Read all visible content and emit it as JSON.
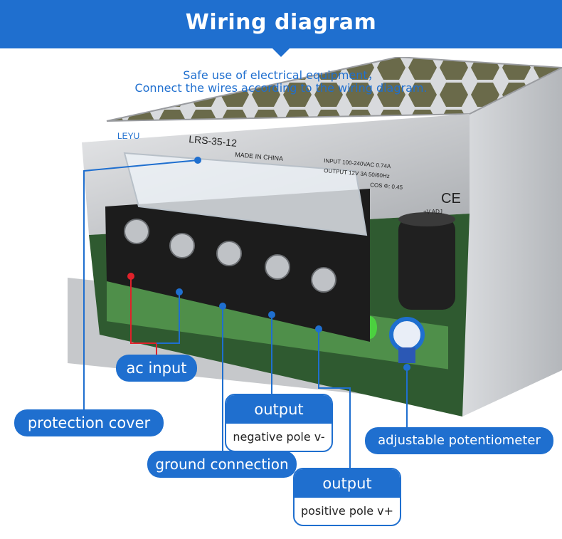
{
  "header": {
    "title": "Wiring diagram",
    "subtitle_line1": "Safe use of electrical equipment，",
    "subtitle_line2": "Connect the wires according to the wiring diagram."
  },
  "product": {
    "brand": "LEYU",
    "model": "LRS-35-12",
    "made_in": "MADE IN CHINA",
    "input_spec": "INPUT 100-240VAC  0.74A",
    "output_spec": "OUTPUT 12V  3A  50/60Hz",
    "cos": "COS Φ: 0.45",
    "ce_mark": "CE",
    "adj": "+V ADJ"
  },
  "labels": {
    "ac_input": "ac input",
    "protection_cover": "protection cover",
    "ground_connection": "ground connection",
    "adjustable_potentiometer": "adjustable potentiometer",
    "output_negative_title": "output",
    "output_negative_desc": "negative pole v-",
    "output_positive_title": "output",
    "output_positive_desc": "positive pole v+"
  },
  "colors": {
    "accent": "#1f6fcf",
    "ac_marker": "#e0212a",
    "terminal": "#1c1c1c",
    "metal": "#c7c9cc",
    "pcb": "#3b7a3c"
  }
}
